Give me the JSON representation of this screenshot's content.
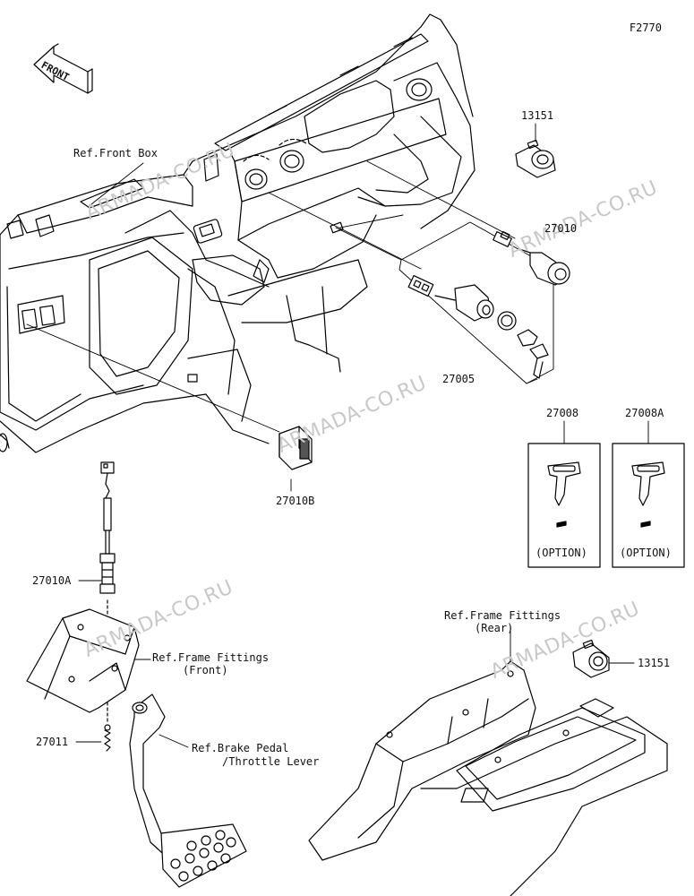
{
  "figure_id": "F2770",
  "front_arrow": "FRONT",
  "watermark": "ARMADA-CO.RU",
  "labels": {
    "ref_front_box": "Ref.Front Box",
    "p13151_top": "13151",
    "p27010": "27010",
    "p27005": "27005",
    "p27008": "27008",
    "p27008a": "27008A",
    "p27010b": "27010B",
    "p27010a": "27010A",
    "ref_frame_front_1": "Ref.Frame Fittings",
    "ref_frame_front_2": "(Front)",
    "p27011": "27011",
    "ref_brake_1": "Ref.Brake Pedal",
    "ref_brake_2": "/Throttle Lever",
    "ref_frame_rear_1": "Ref.Frame Fittings",
    "ref_frame_rear_2": "(Rear)",
    "p13151_bottom": "13151",
    "option_1": "(OPTION)",
    "option_2": "(OPTION)"
  }
}
